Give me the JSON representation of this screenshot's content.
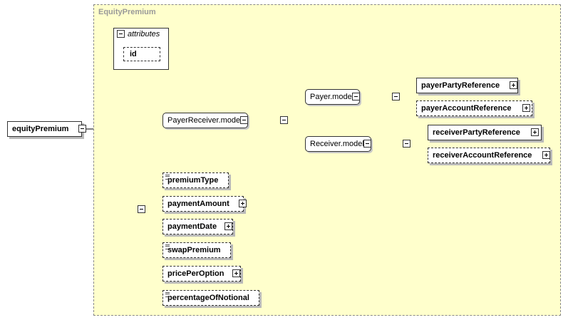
{
  "diagram": {
    "type_name": "EquityPremium",
    "root_element": "equityPremium",
    "attributes_label": "attributes",
    "attribute_items": [
      "id"
    ],
    "groups": {
      "payer_receiver": "PayerReceiver.model",
      "payer": "Payer.model",
      "receiver": "Receiver.model"
    },
    "payer_elements": [
      "payerPartyReference",
      "payerAccountReference"
    ],
    "receiver_elements": [
      "receiverPartyReference",
      "receiverAccountReference"
    ],
    "sequence_elements": [
      "premiumType",
      "paymentAmount",
      "paymentDate",
      "swapPremium",
      "pricePerOption",
      "percentageOfNotional"
    ]
  },
  "colors": {
    "type_background": "#ffffcc",
    "type_title": "#999999",
    "connector": "#000000"
  }
}
